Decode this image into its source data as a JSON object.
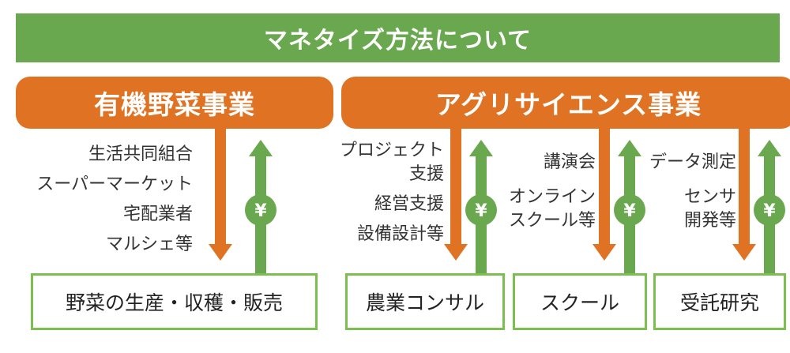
{
  "banner": {
    "title": "マネタイズ方法について"
  },
  "categories": {
    "organic": "有機野菜事業",
    "agri": "アグリサイエンス事業"
  },
  "channels": {
    "organic": [
      "生活共同組合",
      "スーパーマーケット",
      "宅配業者",
      "マルシェ等"
    ],
    "consult": [
      "プロジェクト",
      "支援",
      "経営支援",
      "設備設計等"
    ],
    "school": [
      "講演会",
      "オンライン",
      "スクール等"
    ],
    "research": [
      "データ測定",
      "センサ",
      "開発等"
    ]
  },
  "services": {
    "organic": "野菜の生産・収穫・販売",
    "consult": "農業コンサル",
    "school": "スクール",
    "research": "受託研究"
  },
  "currency_symbol": "¥",
  "colors": {
    "green": "#6aa84f",
    "orange": "#e07323",
    "box_border": "#7dbf4f",
    "text": "#333333"
  }
}
